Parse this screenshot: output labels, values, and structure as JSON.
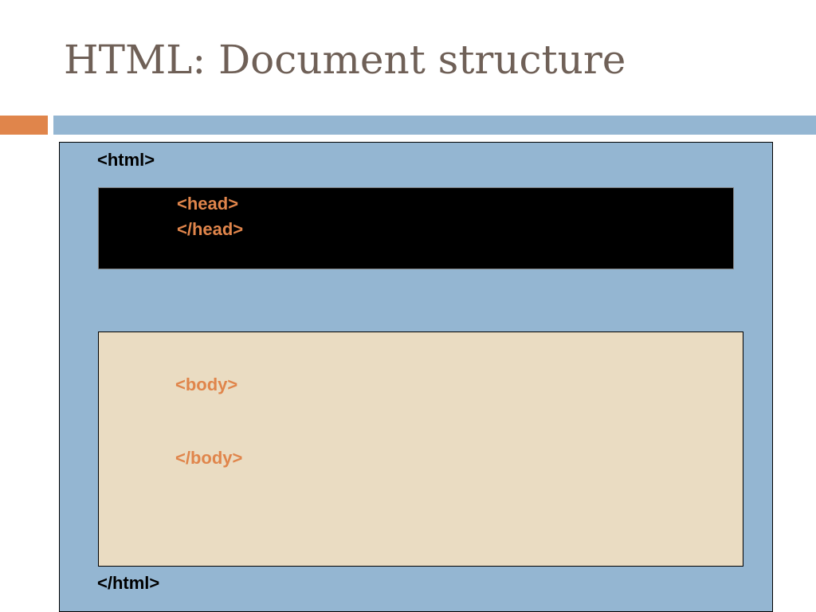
{
  "slide": {
    "title": "HTML: Document structure"
  },
  "colors": {
    "title_text": "#6f6057",
    "accent_orange": "#e0854b",
    "accent_blue": "#94b6d2",
    "html_box_fill": "#94b6d2",
    "head_box_fill": "#000000",
    "body_box_fill": "#eadcc2",
    "html_tag_text": "#000000",
    "head_body_tag_text": "#e0854b"
  },
  "diagram": {
    "html": {
      "open_tag": "<html>",
      "close_tag": "</html>"
    },
    "head": {
      "open_tag": "<head>",
      "close_tag": "</head>"
    },
    "body": {
      "open_tag": "<body>",
      "close_tag": "</body>"
    }
  }
}
